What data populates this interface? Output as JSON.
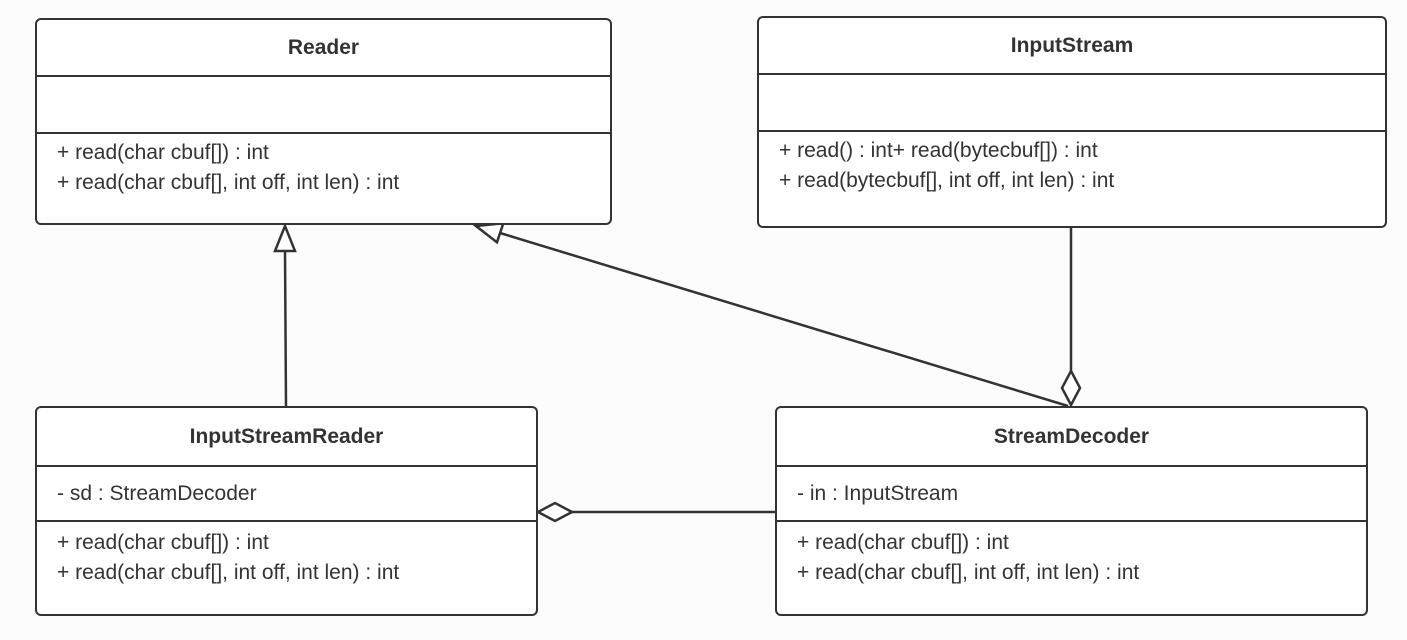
{
  "classes": {
    "reader": {
      "name": "Reader",
      "attributes": [],
      "operations": [
        "+ read(char cbuf[]) : int",
        "+ read(char cbuf[], int off, int len) : int"
      ]
    },
    "input_stream": {
      "name": "InputStream",
      "attributes": [],
      "operations": [
        "+ read() : int+ read(bytecbuf[]) : int",
        "+ read(bytecbuf[], int off, int len) : int"
      ]
    },
    "input_stream_reader": {
      "name": "InputStreamReader",
      "attributes": [
        "- sd : StreamDecoder"
      ],
      "operations": [
        "+ read(char cbuf[]) : int",
        "+ read(char cbuf[], int off, int len) : int"
      ]
    },
    "stream_decoder": {
      "name": "StreamDecoder",
      "attributes": [
        "- in : InputStream"
      ],
      "operations": [
        "+ read(char cbuf[]) : int",
        "+ read(char cbuf[], int off, int len) : int"
      ]
    }
  },
  "relations": [
    {
      "type": "generalization",
      "from": "InputStreamReader",
      "to": "Reader"
    },
    {
      "type": "generalization",
      "from": "StreamDecoder",
      "to": "Reader"
    },
    {
      "type": "aggregation",
      "whole": "StreamDecoder",
      "part": "InputStream"
    },
    {
      "type": "aggregation",
      "whole": "InputStreamReader",
      "part": "StreamDecoder"
    }
  ],
  "colors": {
    "stroke": "#333333",
    "fill": "#ffffff",
    "background": "#fcfcfc"
  }
}
